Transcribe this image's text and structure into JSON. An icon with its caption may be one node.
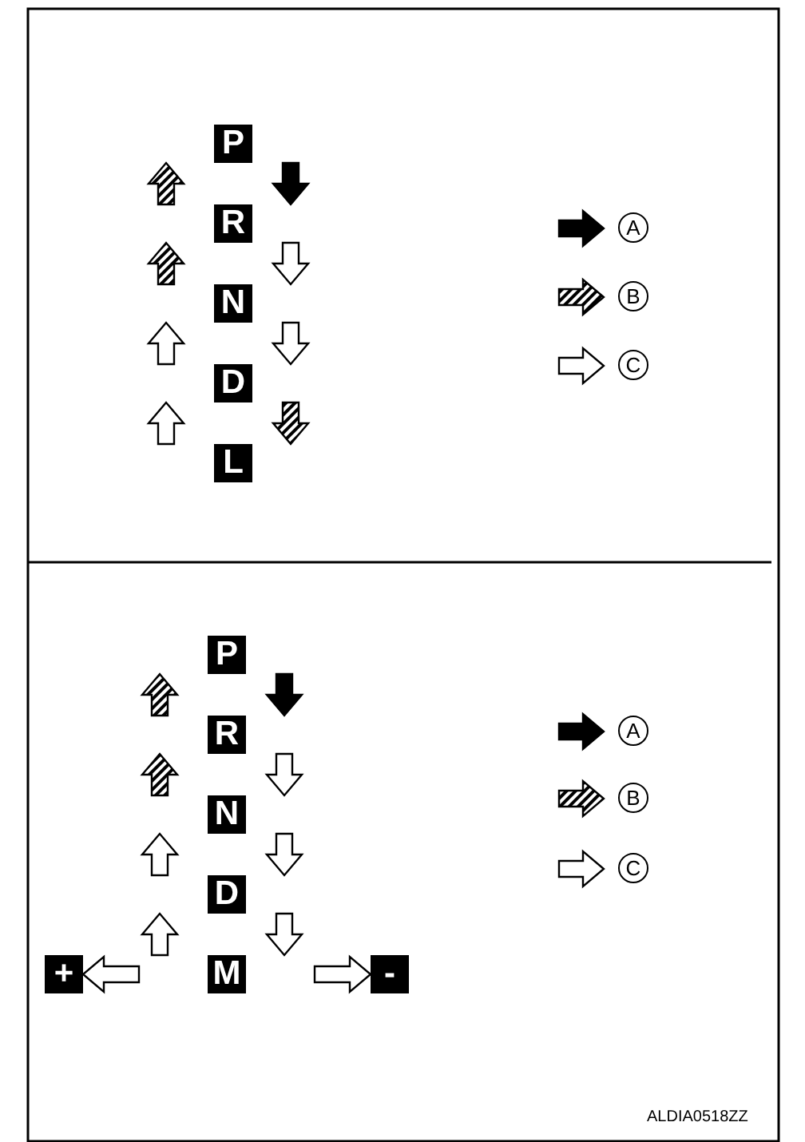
{
  "diagram": {
    "nodes": [
      {
        "text": [
          "P"
        ]
      },
      {
        "text": [
          "R"
        ]
      },
      {
        "text": [
          "N"
        ]
      },
      {
        "text": [
          "D"
        ]
      },
      {
        "text": [
          "L"
        ]
      },
      {
        "text": [
          "P"
        ]
      },
      {
        "text": [
          "R"
        ]
      },
      {
        "text": [
          "N"
        ]
      },
      {
        "text": [
          "D"
        ]
      },
      {
        "text": [
          "M"
        ]
      },
      {
        "text": [
          "+"
        ]
      },
      {
        "text": [
          "-"
        ]
      }
    ],
    "edges": [
      {
        "from": 0,
        "to": 1,
        "arrow": "to",
        "color": "#000000"
      },
      {
        "from": 1,
        "to": 2,
        "arrow": "to"
      },
      {
        "from": 2,
        "to": 3,
        "arrow": "to"
      },
      {
        "from": 3,
        "to": 4,
        "arrow": "to",
        "color": "#808080"
      },
      {
        "from": 1,
        "to": 0,
        "arrow": "to",
        "color": "#808080"
      },
      {
        "from": 2,
        "to": 1,
        "arrow": "to",
        "color": "#808080"
      },
      {
        "from": 3,
        "to": 2,
        "arrow": "to"
      },
      {
        "from": 4,
        "to": 3,
        "arrow": "to"
      },
      {
        "from": 5,
        "to": 6,
        "arrow": "to",
        "color": "#000000"
      },
      {
        "from": 6,
        "to": 7,
        "arrow": "to"
      },
      {
        "from": 7,
        "to": 8,
        "arrow": "to"
      },
      {
        "from": 8,
        "to": 9,
        "arrow": "to"
      },
      {
        "from": 9,
        "to": 11,
        "arrow": "to"
      },
      {
        "from": 6,
        "to": 5,
        "arrow": "to",
        "color": "#808080"
      },
      {
        "from": 7,
        "to": 6,
        "arrow": "to",
        "color": "#808080"
      },
      {
        "from": 8,
        "to": 7,
        "arrow": "to"
      },
      {
        "from": 9,
        "to": 8,
        "arrow": "to"
      },
      {
        "from": 9,
        "to": 10,
        "arrow": "to"
      }
    ],
    "labels": [
      "ALDIA0518ZZ"
    ],
    "legend": [
      {
        "text": "A"
      },
      {
        "text": "B"
      },
      {
        "text": "C"
      },
      {
        "text": "A"
      },
      {
        "text": "B"
      },
      {
        "text": "C"
      }
    ]
  }
}
